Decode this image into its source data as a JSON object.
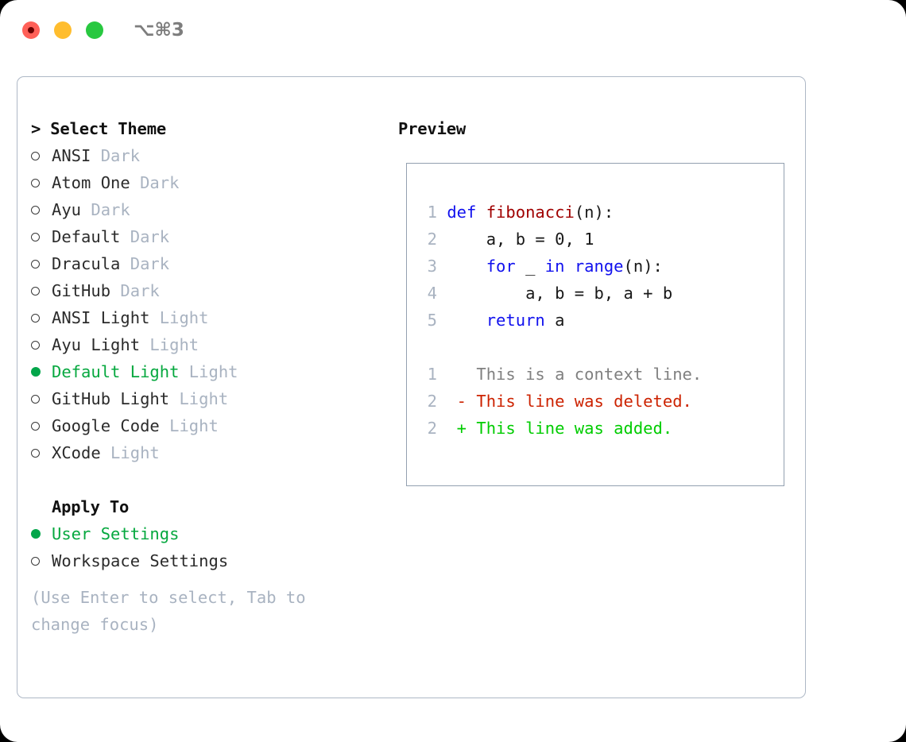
{
  "titlebar": {
    "shortcut": "⌥⌘3",
    "buttons": {
      "close": "close",
      "minimize": "minimize",
      "zoom": "zoom"
    }
  },
  "colors": {
    "accent_green": "#06a83f",
    "bullet_green": "#03a64a",
    "tag_grey": "#a9b3c1",
    "keyword_blue": "#1111ee",
    "function_red": "#a00000",
    "diff_delete_red": "#cc2200",
    "diff_add_green": "#00cc00",
    "context_grey": "#808080",
    "panel_border": "#aeb8c6",
    "preview_border": "#93a0b0",
    "light_close": "#ff6058",
    "light_minimize": "#ffbd2e",
    "light_zoom": "#28c840"
  },
  "theme_list": {
    "header": "> Select Theme",
    "items": [
      {
        "marker": "o",
        "name": "ANSI",
        "tag": "Dark",
        "selected": false
      },
      {
        "marker": "o",
        "name": "Atom One",
        "tag": "Dark",
        "selected": false
      },
      {
        "marker": "o",
        "name": "Ayu",
        "tag": "Dark",
        "selected": false
      },
      {
        "marker": "o",
        "name": "Default",
        "tag": "Dark",
        "selected": false
      },
      {
        "marker": "o",
        "name": "Dracula",
        "tag": "Dark",
        "selected": false
      },
      {
        "marker": "o",
        "name": "GitHub",
        "tag": "Dark",
        "selected": false
      },
      {
        "marker": "o",
        "name": "ANSI Light",
        "tag": "Light",
        "selected": false
      },
      {
        "marker": "o",
        "name": "Ayu Light",
        "tag": "Light",
        "selected": false
      },
      {
        "marker": "●",
        "name": "Default Light",
        "tag": "Light",
        "selected": true
      },
      {
        "marker": "o",
        "name": "GitHub Light",
        "tag": "Light",
        "selected": false
      },
      {
        "marker": "o",
        "name": "Google Code",
        "tag": "Light",
        "selected": false
      },
      {
        "marker": "o",
        "name": "XCode",
        "tag": "Light",
        "selected": false
      }
    ]
  },
  "apply_to": {
    "header": "Apply To",
    "options": [
      {
        "marker": "●",
        "label": "User Settings",
        "selected": true
      },
      {
        "marker": "o",
        "label": "Workspace Settings",
        "selected": false
      }
    ]
  },
  "help": "(Use Enter to select, Tab to\nchange focus)",
  "preview": {
    "title": "Preview",
    "code_lines": [
      {
        "num": "1",
        "tokens": [
          {
            "t": "def ",
            "c": "kw"
          },
          {
            "t": "fibonacci",
            "c": "fn"
          },
          {
            "t": "(n):",
            "c": "pl"
          }
        ]
      },
      {
        "num": "2",
        "tokens": [
          {
            "t": "    a, b = 0, 1",
            "c": "pl"
          }
        ]
      },
      {
        "num": "3",
        "tokens": [
          {
            "t": "    ",
            "c": "pl"
          },
          {
            "t": "for",
            "c": "kw"
          },
          {
            "t": " _ ",
            "c": "pl"
          },
          {
            "t": "in ",
            "c": "kw"
          },
          {
            "t": "range",
            "c": "kw"
          },
          {
            "t": "(n):",
            "c": "pl"
          }
        ]
      },
      {
        "num": "4",
        "tokens": [
          {
            "t": "        a, b = b, a + b",
            "c": "pl"
          }
        ]
      },
      {
        "num": "5",
        "tokens": [
          {
            "t": "    ",
            "c": "pl"
          },
          {
            "t": "return",
            "c": "kw"
          },
          {
            "t": " a",
            "c": "pl"
          }
        ]
      }
    ],
    "diff_lines": [
      {
        "num": "1",
        "sign": "  ",
        "text": "This is a context line.",
        "c": "ctx"
      },
      {
        "num": "2",
        "sign": "- ",
        "text": "This line was deleted.",
        "c": "del"
      },
      {
        "num": "2",
        "sign": "+ ",
        "text": "This line was added.",
        "c": "add"
      }
    ]
  }
}
